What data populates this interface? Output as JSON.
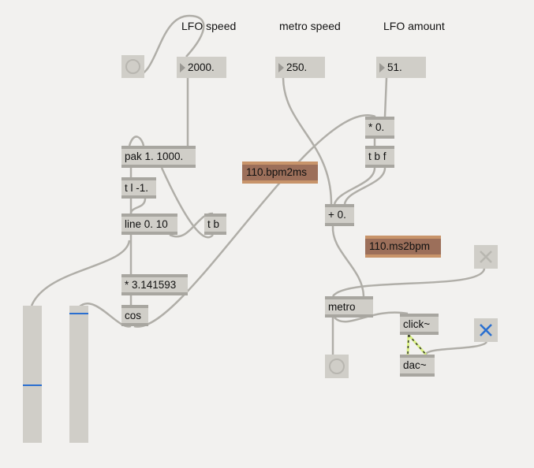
{
  "labels": {
    "lfo_speed": "LFO speed",
    "metro_speed": "metro speed",
    "lfo_amount": "LFO amount"
  },
  "numbers": {
    "lfo_speed": "2000.",
    "metro_speed": "250.",
    "lfo_amount": "51."
  },
  "objects": {
    "pak": "pak 1. 1000.",
    "trigger_l": "t l -1.",
    "line": "line 0. 10",
    "tb": "t b",
    "mul_pi": "* 3.141593",
    "cos": "cos",
    "mul": "* 0.",
    "tbf": "t b f",
    "add": "+ 0.",
    "metro": "metro",
    "click": "click~",
    "dac": "dac~"
  },
  "comments": {
    "bpm2ms": "110.bpm2ms",
    "ms2bpm": "110.ms2bpm"
  },
  "toggles": {
    "metro_toggle": false,
    "dsp_toggle": true
  },
  "sliders": {
    "left_level": 0.42,
    "right_level": 0.95
  },
  "colors": {
    "comment": "#9c6f5a",
    "toggle_on": "#2a6fd0",
    "cord": "#b0aea8"
  }
}
